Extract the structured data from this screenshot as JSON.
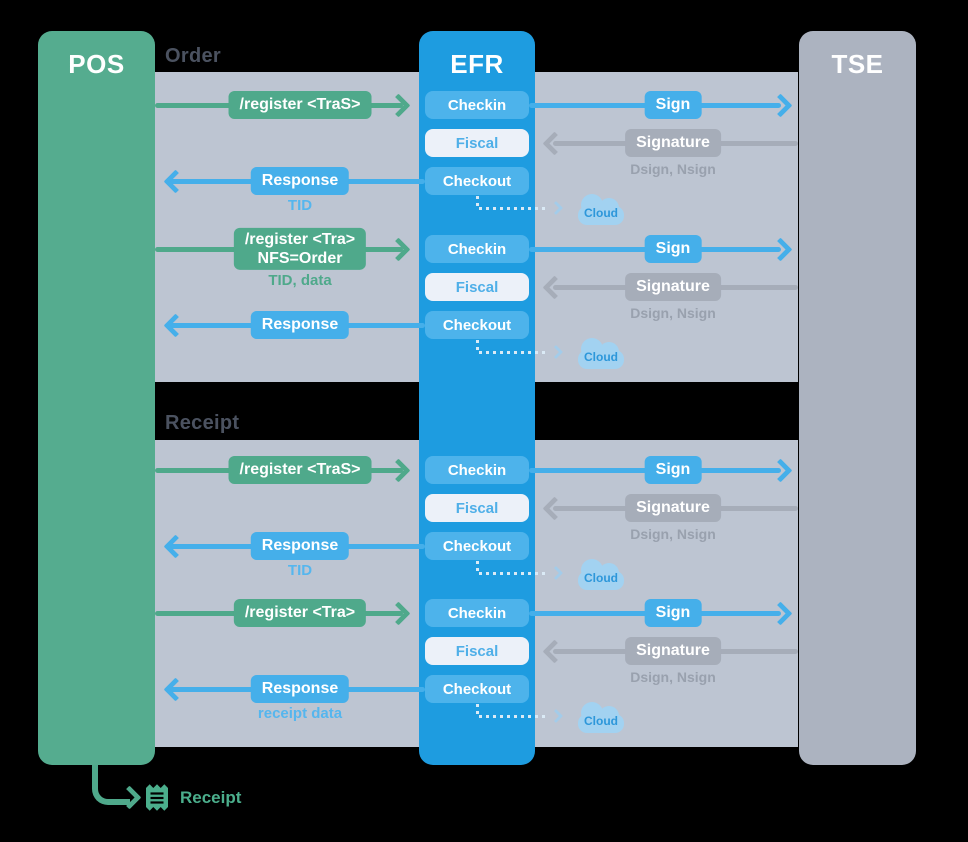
{
  "columns": {
    "pos": "POS",
    "efr": "EFR",
    "tse": "TSE"
  },
  "sections": [
    {
      "title": "Order"
    },
    {
      "title": "Receipt"
    }
  ],
  "sequences": [
    {
      "request": {
        "line1": "/register <TraS>"
      },
      "steps": {
        "checkin": "Checkin",
        "fiscal": "Fiscal",
        "checkout": "Checkout"
      },
      "sign": "Sign",
      "signature": "Signature",
      "signature_sub": "Dsign, Nsign",
      "response": "Response",
      "response_sub": "TID",
      "cloud": "Cloud"
    },
    {
      "request": {
        "line1": "/register <Tra>",
        "line2": "NFS=Order",
        "sub": "TID, data"
      },
      "steps": {
        "checkin": "Checkin",
        "fiscal": "Fiscal",
        "checkout": "Checkout"
      },
      "sign": "Sign",
      "signature": "Signature",
      "signature_sub": "Dsign, Nsign",
      "response": "Response",
      "cloud": "Cloud"
    },
    {
      "request": {
        "line1": "/register <TraS>"
      },
      "steps": {
        "checkin": "Checkin",
        "fiscal": "Fiscal",
        "checkout": "Checkout"
      },
      "sign": "Sign",
      "signature": "Signature",
      "signature_sub": "Dsign, Nsign",
      "response": "Response",
      "response_sub": "TID",
      "cloud": "Cloud"
    },
    {
      "request": {
        "line1": "/register <Tra>"
      },
      "steps": {
        "checkin": "Checkin",
        "fiscal": "Fiscal",
        "checkout": "Checkout"
      },
      "sign": "Sign",
      "signature": "Signature",
      "signature_sub": "Dsign, Nsign",
      "response": "Response",
      "response_sub": "receipt data",
      "cloud": "Cloud"
    }
  ],
  "footer": {
    "receipt_label": "Receipt"
  },
  "colors": {
    "background": "#000000",
    "lane_band": "#BDC5D2",
    "pos_green": "#55AC8F",
    "accent_green": "#4FA98B",
    "efr_blue": "#1E9CE0",
    "step_blue": "#4DB3EB",
    "fiscal_bg": "#ECF1F9",
    "fiscal_text": "#4FAFE8",
    "arrow_blue": "#45AFEA",
    "tse_gray": "#ACB3C0",
    "signature_gray": "#A6ADB9",
    "muted_gray_text": "#99A1AE",
    "section_title_text": "#4B5260",
    "cloud_fill": "#A2D2F1",
    "cloud_text": "#2D97DA",
    "sub_blue_text": "#55B6EE"
  }
}
